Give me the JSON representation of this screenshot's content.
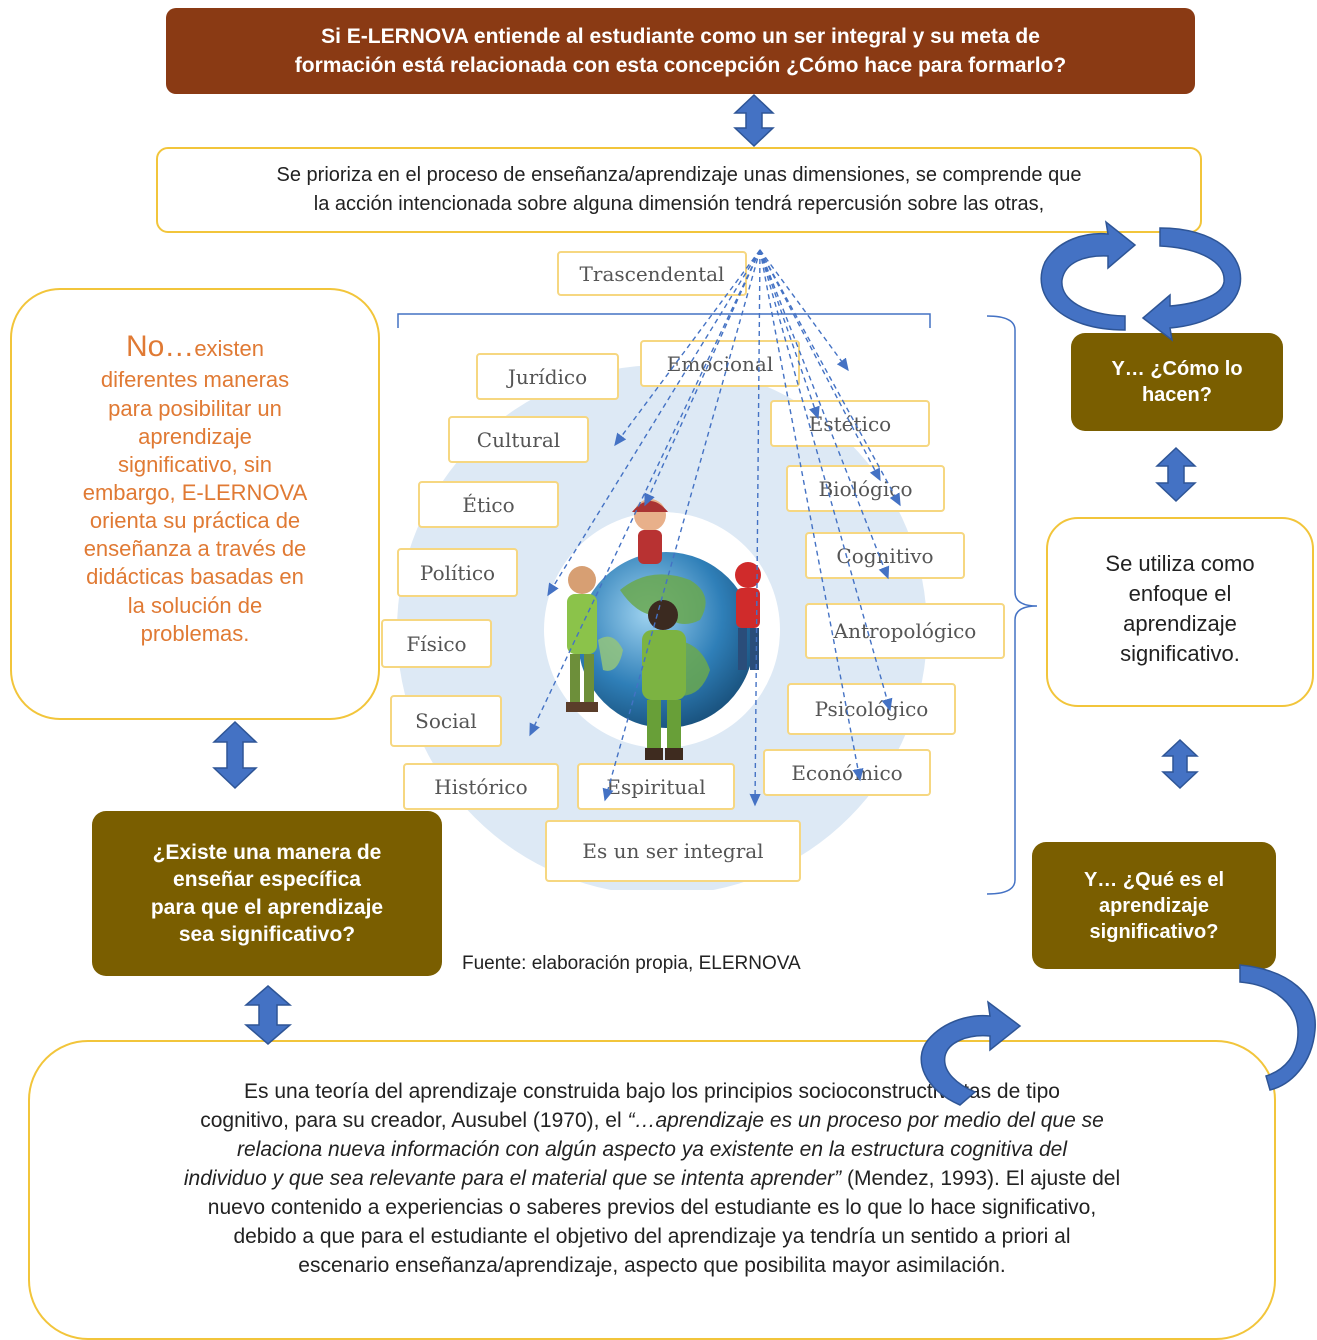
{
  "top_question": [
    "Si E-LERNOVA entiende al estudiante como un ser integral y su meta de",
    "formación está relacionada con esta concepción ¿Cómo hace para formarlo?"
  ],
  "priority_text": [
    "Se prioriza en el proceso de enseñanza/aprendizaje unas dimensiones, se comprende que",
    "la acción intencionada sobre alguna dimensión tendrá repercusión sobre las otras,"
  ],
  "left_bubble": {
    "lead": "No…",
    "lead_rest": "existen",
    "body": [
      "diferentes maneras",
      "para posibilitar un",
      "aprendizaje",
      "significativo, sin",
      "embargo, E-LERNOVA",
      "orienta su práctica de",
      "enseñanza a través de",
      "didácticas basadas en",
      "la solución de",
      "problemas."
    ]
  },
  "q_how": [
    "Y… ¿Cómo lo",
    "hacen?"
  ],
  "enfoque": [
    "Se utiliza como",
    "enfoque el",
    "aprendizaje",
    "significativo."
  ],
  "q_specific": [
    "¿Existe una manera de",
    "enseñar específica",
    "para que el aprendizaje",
    "sea significativo?"
  ],
  "q_what": [
    "Y… ¿Qué es el",
    "aprendizaje",
    "significativo?"
  ],
  "source": "Fuente: elaboración propia, ELERNOVA",
  "dimensions": {
    "trascendental": "Trascendental",
    "juridico": "Jurídico",
    "emocional": "Emocional",
    "cultural": "Cultural",
    "estetico": "Estético",
    "etico": "Ético",
    "biologico": "Biológico",
    "politico": "Político",
    "cognitivo": "Cognitivo",
    "fisico": "Físico",
    "antropologico": "Antropológico",
    "social": "Social",
    "psicologico": "Psicológico",
    "historico": "Histórico",
    "espiritual": "Espiritual",
    "economico": "Económico",
    "integral": "Es un ser integral"
  },
  "bottom": {
    "line1": "Es una teoría del aprendizaje  construida bajo los principios socioconstructivistas de tipo",
    "line2_a": "cognitivo, para su creador, Ausubel (1970), el ",
    "line2_q": "“…aprendizaje es un proceso por medio del que se",
    "line3_q": "relaciona nueva información con algún aspecto ya existente en la estructura cognitiva del",
    "line4_q": "individuo y que sea relevante para el material que se intenta aprender”",
    "line4_b": " (Mendez, 1993). El ajuste del",
    "line5": "nuevo contenido a experiencias o saberes previos del estudiante es lo que lo hace significativo,",
    "line6": "debido a que para el estudiante el objetivo del aprendizaje ya tendría un sentido a priori al",
    "line7": "escenario enseñanza/aprendizaje, aspecto que posibilita mayor asimilación."
  },
  "colors": {
    "brown": "#8a3a14",
    "olive": "#7a5e00",
    "border": "#f2c53b",
    "arrow_blue": "#4472c4",
    "orange_text": "#e07a34"
  }
}
